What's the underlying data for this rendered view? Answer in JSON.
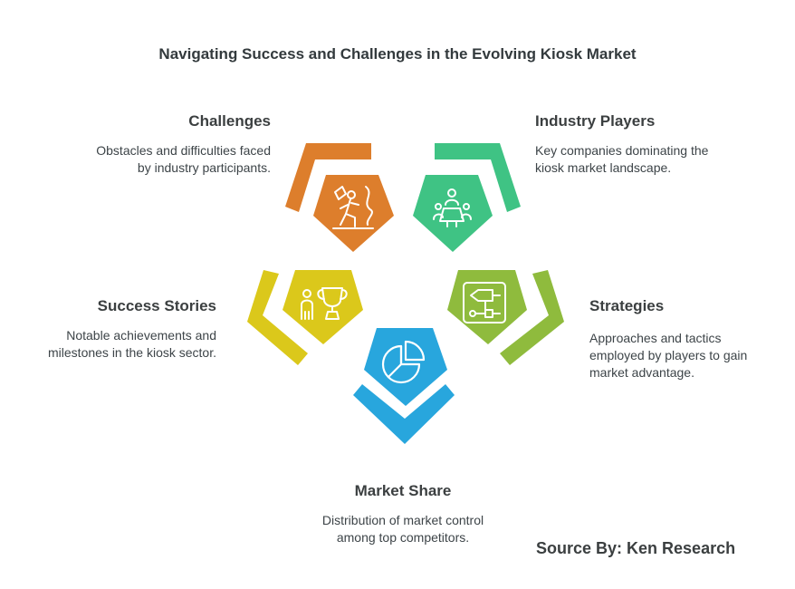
{
  "title": "Navigating Success and Challenges in the Evolving Kiosk Market",
  "colors": {
    "challenges": "#dd7e2c",
    "industry_players": "#3fc384",
    "success_stories": "#dbc81b",
    "strategies": "#8fbb3d",
    "market_share": "#28a6dd"
  },
  "segments": {
    "challenges": {
      "heading": "Challenges",
      "description_lines": [
        "Obstacles and difficulties faced",
        "by industry participants."
      ],
      "icon": "climber-icon"
    },
    "industry_players": {
      "heading": "Industry Players",
      "description_lines": [
        "Key companies dominating the",
        "kiosk market landscape."
      ],
      "icon": "meeting-icon"
    },
    "success_stories": {
      "heading": "Success Stories",
      "description_lines": [
        "Notable achievements and",
        "milestones in the kiosk sector."
      ],
      "icon": "trophy-icon"
    },
    "strategies": {
      "heading": "Strategies",
      "description_lines": [
        "Approaches and tactics",
        "employed by players to gain",
        "market advantage."
      ],
      "icon": "flowchart-icon"
    },
    "market_share": {
      "heading": "Market Share",
      "description_lines": [
        "Distribution of market control",
        "among top competitors."
      ],
      "icon": "pie-chart-icon"
    }
  },
  "source": "Source By: Ken Research"
}
